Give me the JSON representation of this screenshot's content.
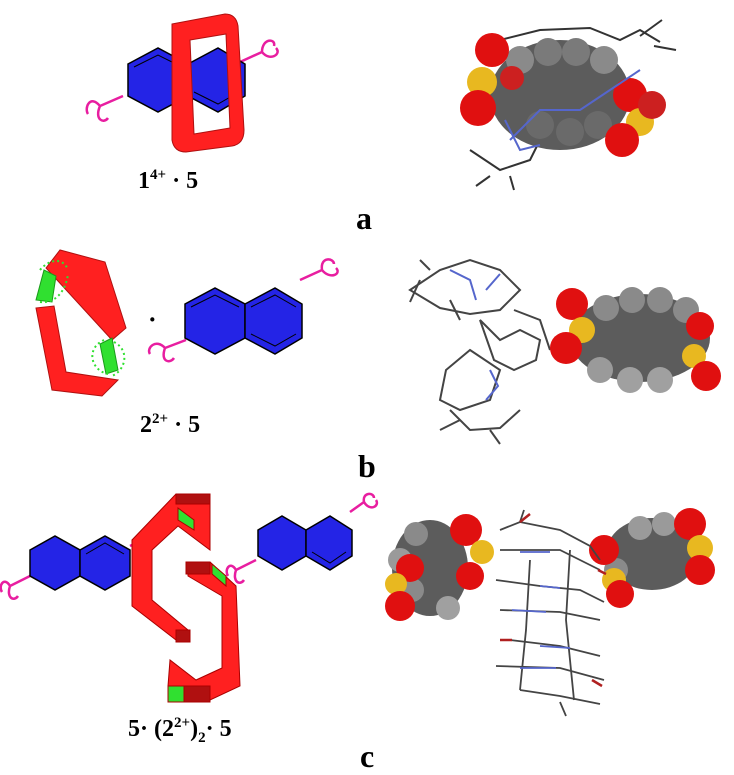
{
  "panels": [
    {
      "id": "a",
      "letter": "a",
      "formula": {
        "base": "1",
        "charge": "4+",
        "rest": "· 5"
      }
    },
    {
      "id": "b",
      "letter": "b",
      "formula": {
        "base": "2",
        "charge": "2+",
        "rest": "· 5"
      }
    },
    {
      "id": "c",
      "letter": "c",
      "formula": {
        "pre": "5· (2",
        "charge": "2+",
        "close": ")",
        "sub": "2",
        "rest": "· 5"
      }
    }
  ],
  "separator_dot": "·",
  "colors": {
    "ring_blue": "#2424e6",
    "macrocycle_red": "#ff2020",
    "dark_red": "#b01010",
    "connector_magenta": "#e81ea0",
    "hbond_green": "#30e030",
    "carbon_gray": "#6a6a6a",
    "oxygen_red": "#e01010",
    "sulfur_yellow": "#e8b820",
    "hydrogen_white": "#e8e8e8"
  }
}
